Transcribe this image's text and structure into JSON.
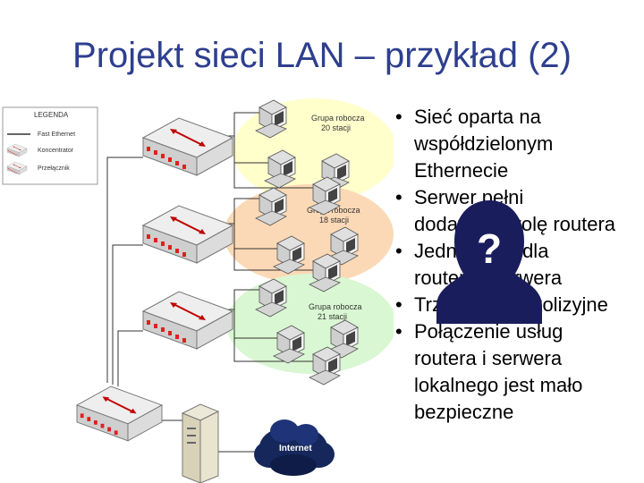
{
  "slide": {
    "title": "Projekt sieci LAN – przykład (2)"
  },
  "legend": {
    "heading": "LEGENDA",
    "items": [
      "Fast Ethernet",
      "Koncentrator",
      "Przełącznik"
    ]
  },
  "groups": [
    {
      "name": "Grupa robocza",
      "count": "20 stacji",
      "color": "#ffffcc"
    },
    {
      "name": "Grupa robocza",
      "count": "18 stacji",
      "color": "#fcd9b6"
    },
    {
      "name": "Grupa robocza",
      "count": "21 stacji",
      "color": "#d9f7d2"
    }
  ],
  "internet_label": "Internet",
  "overlay_glyph": "?",
  "bullets": [
    {
      "lines": [
        "Sieć oparta na",
        "współdzielonym",
        "Ethernecie"
      ]
    },
    {
      "lines": [
        "Serwer pełni",
        "dodatkowo rolę routera"
      ]
    },
    {
      "lines": [
        "Jedna karta dla",
        "routera i serwera"
      ]
    },
    {
      "lines": [
        "Trzy domeny kolizyjne"
      ]
    },
    {
      "lines": [
        "Połączenie usług",
        "routera i serwera",
        "lokalnego jest mało",
        "bezpieczne"
      ]
    }
  ],
  "colors": {
    "title": "#2e3f8f",
    "overlay": "#1a1d5c"
  }
}
